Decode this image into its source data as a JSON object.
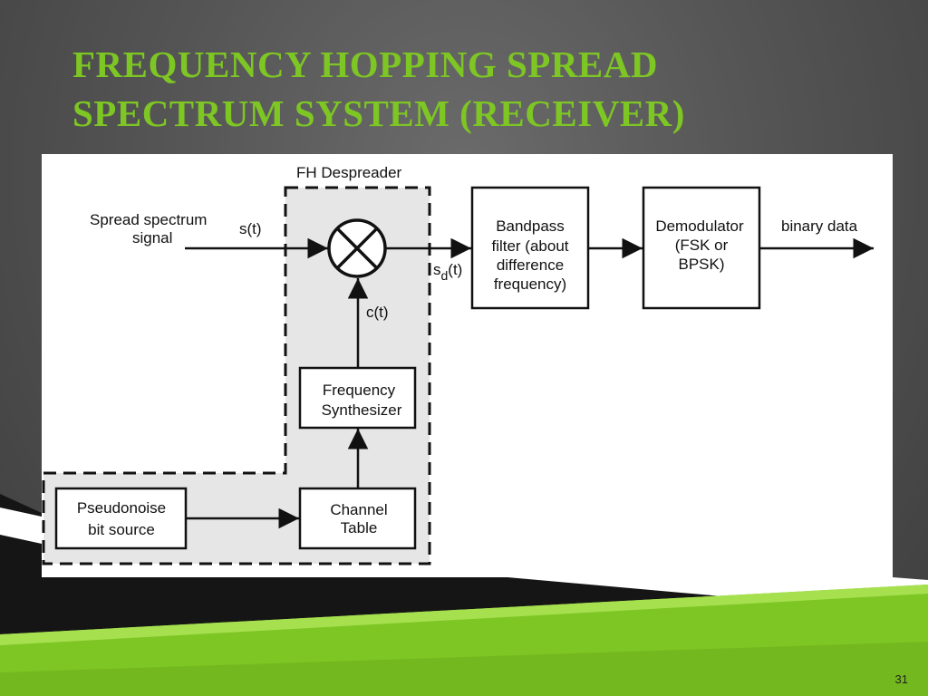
{
  "slide": {
    "title_line1": "FREQUENCY HOPPING SPREAD",
    "title_line2": "SPECTRUM SYSTEM (RECEIVER)",
    "slide_number": "31",
    "colors": {
      "title": "#7dc623",
      "accent_band": "#7dc623",
      "background": "#555555"
    }
  },
  "diagram": {
    "despreader_label": "FH Despreader",
    "input_label_line1": "Spread spectrum",
    "input_label_line2": "signal",
    "input_signal": "s(t)",
    "mixer_icon": "multiplier-cross-icon",
    "carrier_signal": "c(t)",
    "output_signal_main": "s",
    "output_signal_sub": "d",
    "output_signal_rest": "(t)",
    "bandpass_line1": "Bandpass",
    "bandpass_line2": "filter (about",
    "bandpass_line3": "difference",
    "bandpass_line4": "frequency)",
    "demod_line1": "Demodulator",
    "demod_line2": "(FSK or",
    "demod_line3": "BPSK)",
    "output_label": "binary data",
    "synth_line1": "Frequency",
    "synth_line2": "Synthesizer",
    "channel_line1": "Channel",
    "channel_line2": "Table",
    "pn_line1": "Pseudonoise",
    "pn_line2": "bit source"
  }
}
